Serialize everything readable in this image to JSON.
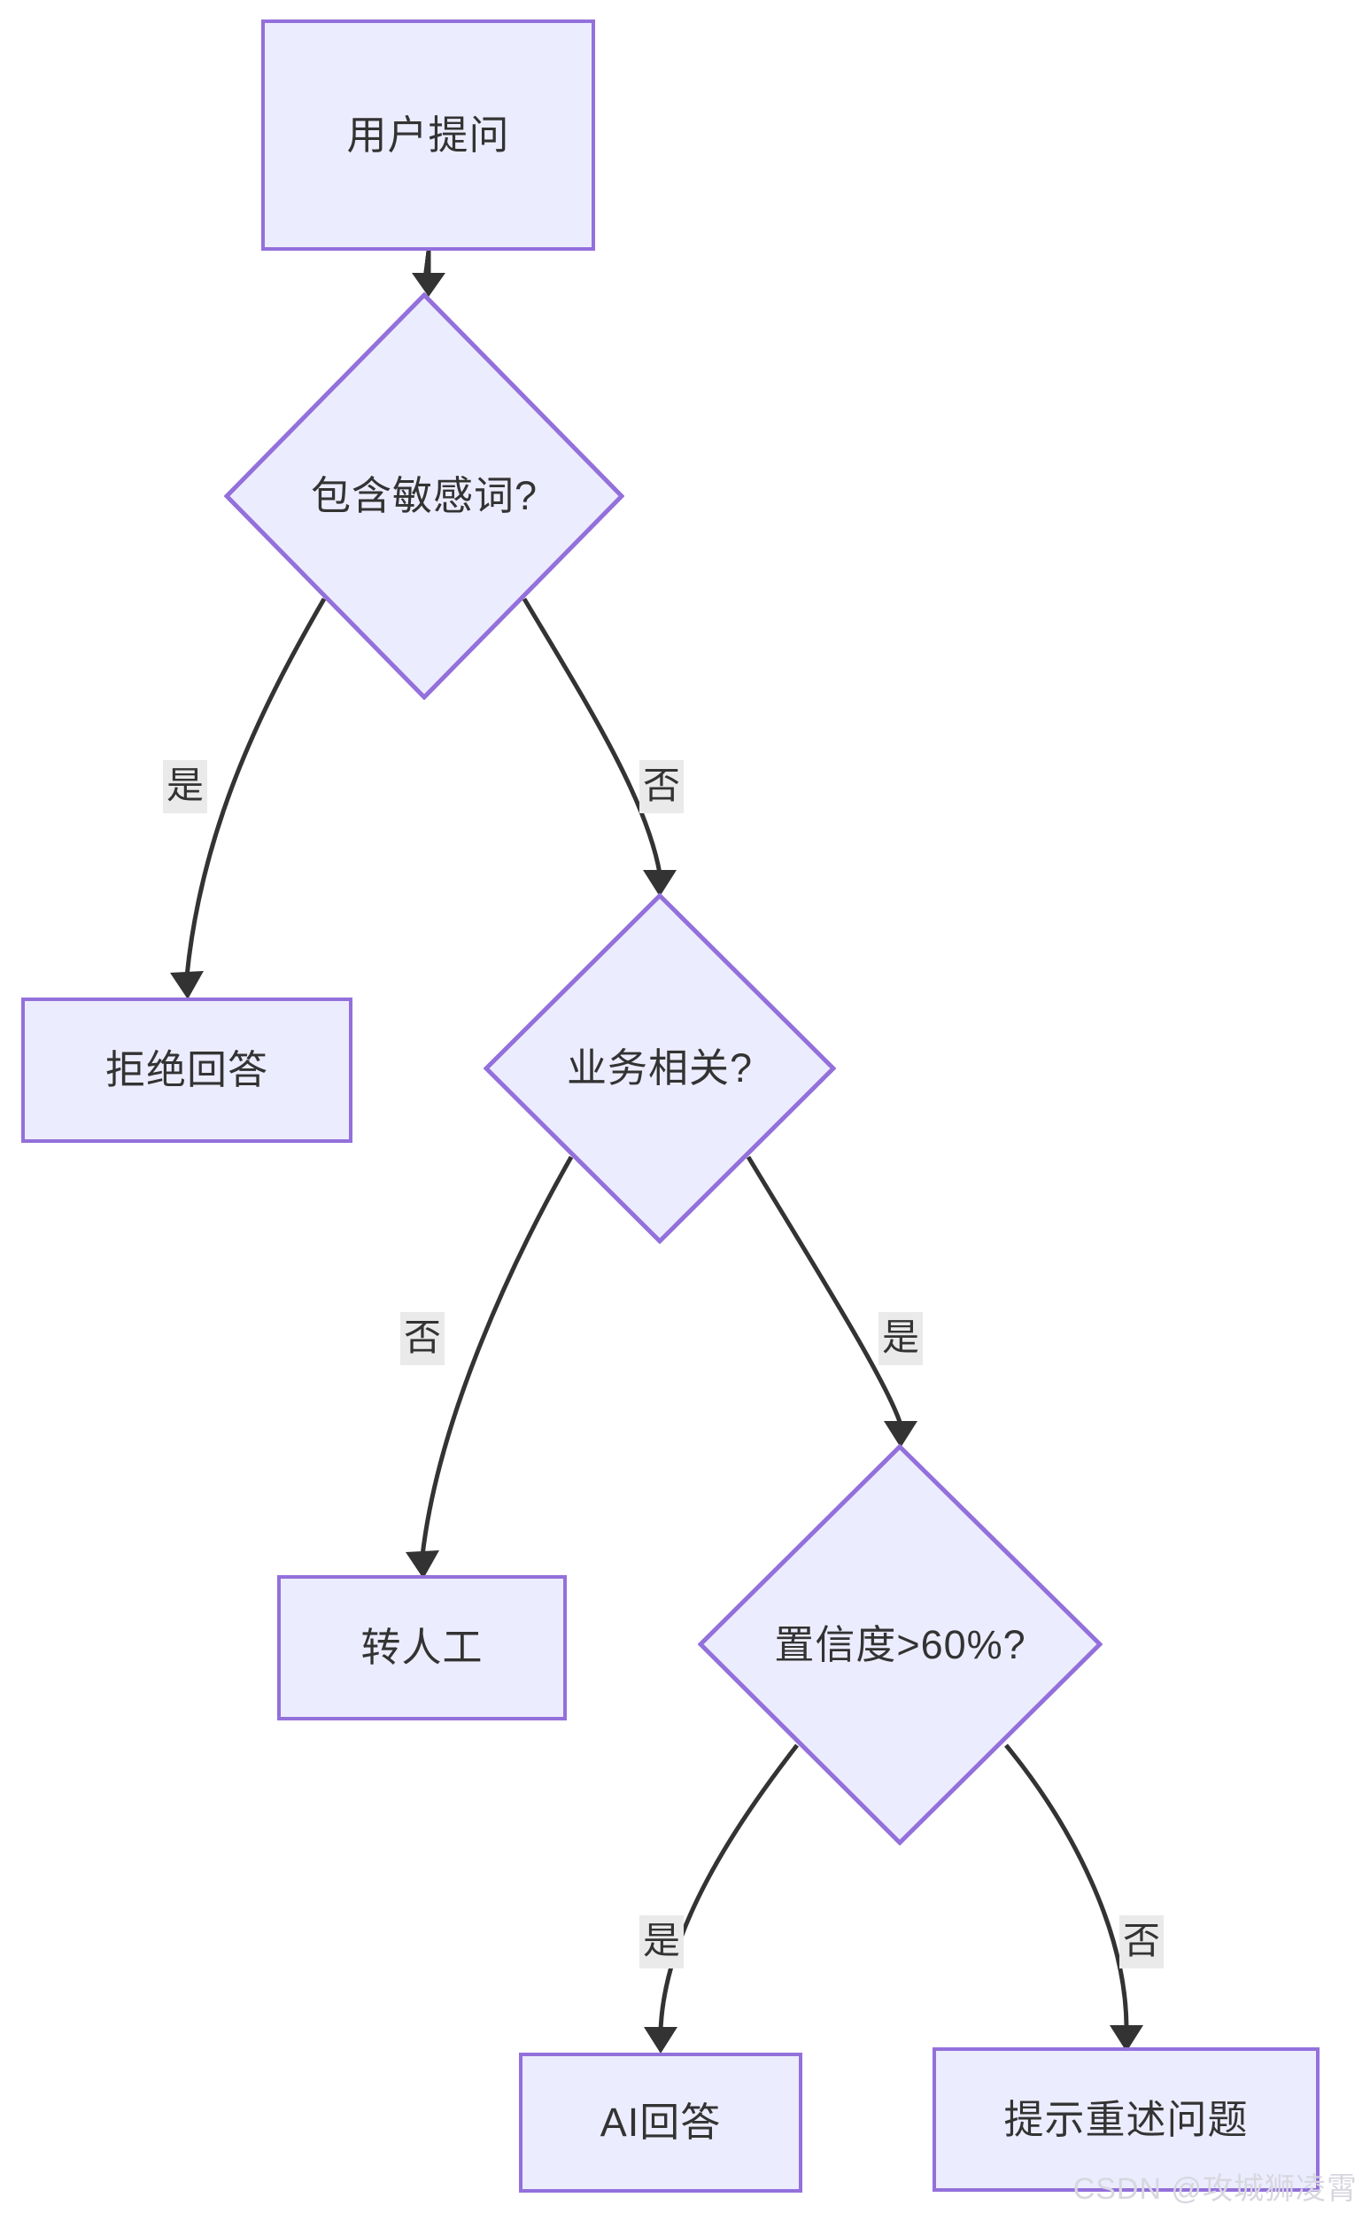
{
  "diagram": {
    "type": "flowchart",
    "direction": "top-down",
    "theme": {
      "node_fill": "#ececff",
      "node_border": "#9370db",
      "edge_stroke": "#333333",
      "text_color": "#333333",
      "edge_label_bg": "#eaeaea",
      "canvas_bg": "#ffffff"
    },
    "nodes": [
      {
        "id": "n1",
        "shape": "rect",
        "label": "用户提问"
      },
      {
        "id": "n2",
        "shape": "diamond",
        "label": "包含敏感词?"
      },
      {
        "id": "n3",
        "shape": "rect",
        "label": "拒绝回答"
      },
      {
        "id": "n4",
        "shape": "diamond",
        "label": "业务相关?"
      },
      {
        "id": "n5",
        "shape": "rect",
        "label": "转人工"
      },
      {
        "id": "n6",
        "shape": "diamond",
        "label": "置信度>60%?"
      },
      {
        "id": "n7",
        "shape": "rect",
        "label": "AI回答"
      },
      {
        "id": "n8",
        "shape": "rect",
        "label": "提示重述问题"
      }
    ],
    "edges": [
      {
        "id": "e1",
        "from": "n1",
        "to": "n2",
        "label": ""
      },
      {
        "id": "e2",
        "from": "n2",
        "to": "n3",
        "label": "是"
      },
      {
        "id": "e3",
        "from": "n2",
        "to": "n4",
        "label": "否"
      },
      {
        "id": "e4",
        "from": "n4",
        "to": "n5",
        "label": "否"
      },
      {
        "id": "e5",
        "from": "n4",
        "to": "n6",
        "label": "是"
      },
      {
        "id": "e6",
        "from": "n6",
        "to": "n7",
        "label": "是"
      },
      {
        "id": "e7",
        "from": "n6",
        "to": "n8",
        "label": "否"
      }
    ]
  },
  "watermark": {
    "text": "CSDN @攻城狮凌霄"
  }
}
